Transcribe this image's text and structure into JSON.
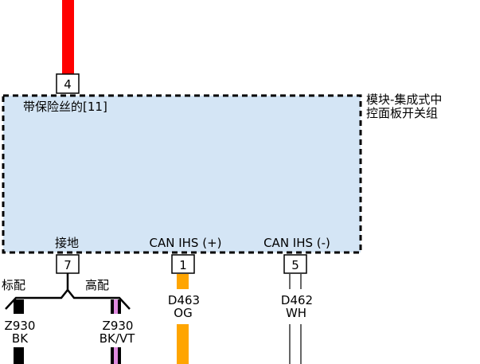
{
  "module": {
    "name_line1": "模块-集成式中",
    "name_line2": "控面板开关组",
    "fuse_label": "带保险丝的[11]",
    "fill_color": "#d4e5f5"
  },
  "pins": {
    "top": "4",
    "ground": "7",
    "can_plus": "1",
    "can_minus": "5"
  },
  "pin_labels": {
    "ground": "接地",
    "can_plus": "CAN IHS (+)",
    "can_minus": "CAN IHS (-)"
  },
  "options": {
    "standard": "标配",
    "high": "高配"
  },
  "wires": {
    "top_power": {
      "color": "#ff0000"
    },
    "z930_std": {
      "code": "Z930",
      "color_code": "BK",
      "color": "#000000"
    },
    "z930_high": {
      "code": "Z930",
      "color_code": "BK/VT",
      "color": "#000000",
      "stripe": "#e08ce0"
    },
    "d463": {
      "code": "D463",
      "color_code": "OG",
      "color": "#ffa500"
    },
    "d462": {
      "code": "D462",
      "color_code": "WH",
      "color": "#ffffff"
    }
  }
}
